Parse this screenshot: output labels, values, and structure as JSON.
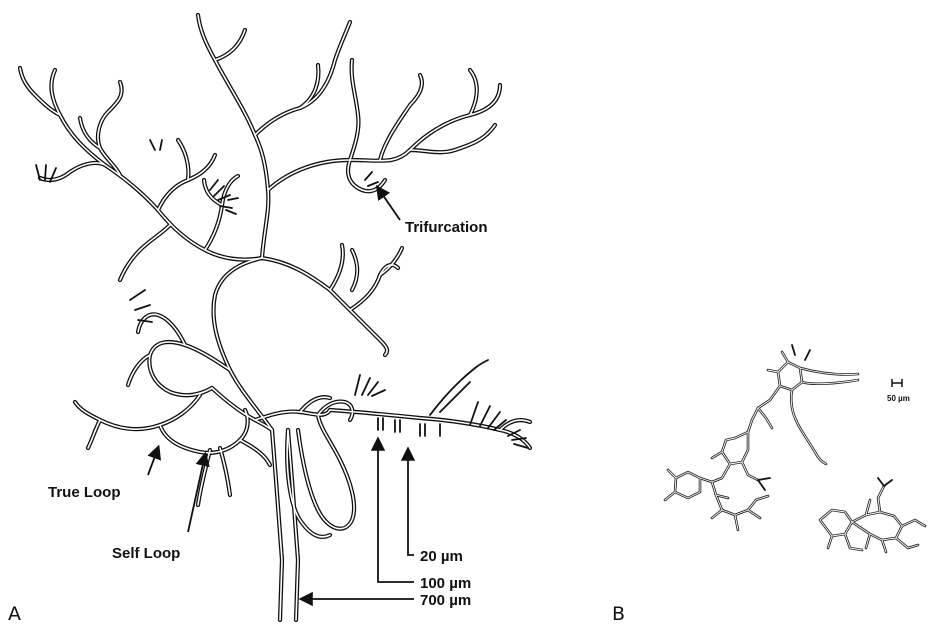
{
  "panels": {
    "a": {
      "letter": "A"
    },
    "b": {
      "letter": "B"
    }
  },
  "annotations": {
    "trifurcation": "Trifurcation",
    "true_loop": "True Loop",
    "self_loop": "Self Loop",
    "d20": "20 µm",
    "d100": "100 µm",
    "d700": "700 µm"
  },
  "scale_bar": {
    "label": "50 µm"
  }
}
